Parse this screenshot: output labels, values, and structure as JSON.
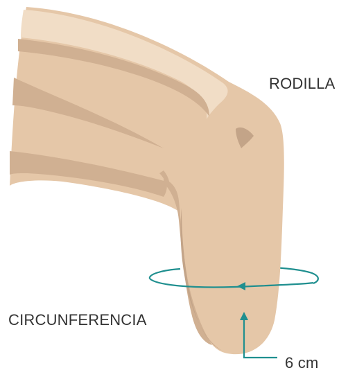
{
  "labels": {
    "knee": "RODILLA",
    "circumference": "CIRCUNFERENCIA",
    "distance": "6 cm"
  },
  "colors": {
    "skin": "#e5c7a8",
    "skin_shadow": "#d0b092",
    "skin_highlight": "#f1ddc6",
    "skin_deep_shadow": "#c3a488",
    "accent": "#1f8f8f",
    "text": "#333333",
    "background": "#ffffff"
  },
  "icons": {
    "circumference_marker": "ellipse-arrow",
    "distance_marker": "vertical-arrow"
  }
}
